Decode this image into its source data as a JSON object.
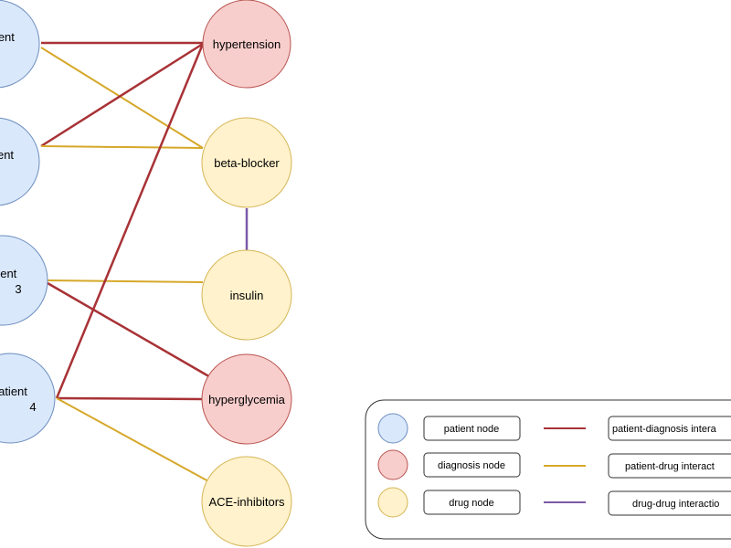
{
  "palette": {
    "patient_fill": "#dae8fc",
    "patient_stroke": "#6c8ebf",
    "diagnosis_fill": "#f8cecc",
    "diagnosis_stroke": "#b85450",
    "drug_fill": "#fff2cc",
    "drug_stroke": "#d6b656",
    "patient_diagnosis_edge": "#a83236",
    "patient_drug_edge": "#d6a82a",
    "drug_drug_edge": "#7b5aa6"
  },
  "nodes": {
    "patient_1": {
      "line1": "atient",
      "line2": ""
    },
    "patient_2": {
      "line1": "ent",
      "line2": ""
    },
    "patient_3": {
      "line1": "tient",
      "line2": "3"
    },
    "patient_4": {
      "line1": "atient",
      "line2": "4"
    },
    "hypertension": {
      "label": "hypertension"
    },
    "beta_blocker": {
      "label": "beta-blocker"
    },
    "insulin": {
      "label": "insulin"
    },
    "hyperglycemia": {
      "label": "hyperglycemia"
    },
    "ace_inhibitors": {
      "label": "ACE-inhibitors"
    }
  },
  "edges": [
    {
      "from": "patient_1",
      "to": "hypertension",
      "type": "patient-diagnosis"
    },
    {
      "from": "patient_1",
      "to": "beta_blocker",
      "type": "patient-drug"
    },
    {
      "from": "patient_2",
      "to": "hypertension",
      "type": "patient-diagnosis"
    },
    {
      "from": "patient_2",
      "to": "beta_blocker",
      "type": "patient-drug"
    },
    {
      "from": "patient_3",
      "to": "insulin",
      "type": "patient-drug"
    },
    {
      "from": "patient_3",
      "to": "hyperglycemia",
      "type": "patient-diagnosis"
    },
    {
      "from": "patient_4",
      "to": "hypertension",
      "type": "patient-diagnosis"
    },
    {
      "from": "patient_4",
      "to": "hyperglycemia",
      "type": "patient-diagnosis"
    },
    {
      "from": "patient_4",
      "to": "ace_inhibitors",
      "type": "patient-drug"
    },
    {
      "from": "beta_blocker",
      "to": "insulin",
      "type": "drug-drug"
    }
  ],
  "legend": {
    "nodes": [
      {
        "kind": "patient",
        "label": "patient node"
      },
      {
        "kind": "diagnosis",
        "label": "diagnosis node"
      },
      {
        "kind": "drug",
        "label": "drug node"
      }
    ],
    "edges": [
      {
        "kind": "patient-diagnosis",
        "label": "patient-diagnosis intera"
      },
      {
        "kind": "patient-drug",
        "label": "patient-drug interact"
      },
      {
        "kind": "drug-drug",
        "label": "drug-drug interactio"
      }
    ]
  }
}
